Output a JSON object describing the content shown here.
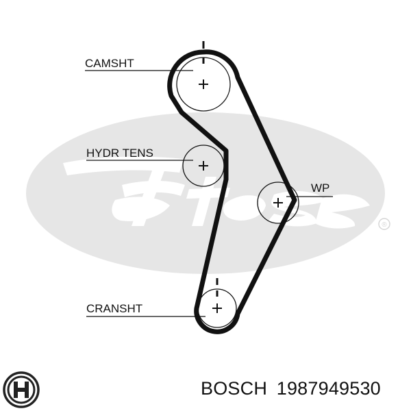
{
  "diagram": {
    "labels": {
      "camshaft": "CAMSHT",
      "tensioner": "HYDR TENS",
      "water_pump": "WP",
      "crankshaft": "CRANSHT"
    }
  },
  "watermark": {
    "brand": "Gates",
    "registered_mark": "®",
    "color": "#e6e6e6"
  },
  "footer": {
    "brand": "BOSCH",
    "part_number": "1987949530"
  },
  "colors": {
    "belt": "#111111",
    "text": "#111111",
    "logo": "#222222"
  }
}
